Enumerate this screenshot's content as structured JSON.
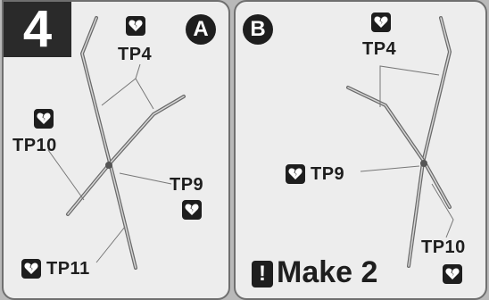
{
  "step_number": "4",
  "panels": {
    "a": {
      "label": "A",
      "tp_top": "TP4",
      "tp_left": "TP10",
      "tp_right": "TP9",
      "tp_bottom": "TP11"
    },
    "b": {
      "label": "B",
      "tp_top": "TP4",
      "tp_mid": "TP9",
      "tp_bottom": "TP10",
      "make_badge": "!",
      "make_text": "Make 2"
    }
  },
  "icons": [
    "broken-heart-icon",
    "exclamation-icon"
  ],
  "colors": {
    "ink": "#1e1e1e",
    "panel": "#ededed",
    "frame": "#b9b9b9",
    "part_stroke": "#6a6a6a",
    "part_fill": "#c8c8c8"
  }
}
